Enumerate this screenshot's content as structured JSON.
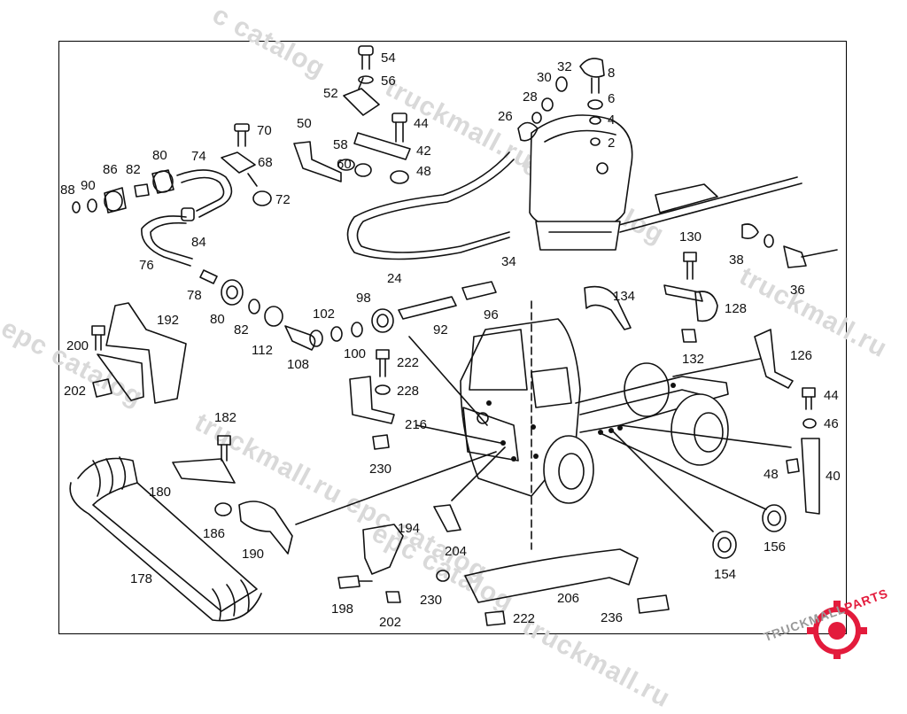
{
  "watermark": {
    "lines": [
      "c catalog",
      "truckmall.ru",
      "epc catalog",
      "l epc catalog",
      "truckmall.ru epc catalog",
      "truckmall.ru",
      "epc catalog",
      "truckmall.ru",
      "catalog",
      "truckmall.ru epc",
      "truckmall.ru"
    ]
  },
  "logo": {
    "part1": "TRUCKMALL",
    "part2": "PARTS",
    "primary_color": "#e31b3c",
    "secondary_color": "#999999"
  },
  "callouts": [
    "54",
    "56",
    "52",
    "32",
    "8",
    "30",
    "6",
    "28",
    "4",
    "26",
    "2",
    "50",
    "44",
    "70",
    "58",
    "42",
    "74",
    "68",
    "60",
    "48",
    "86",
    "82",
    "80",
    "88",
    "90",
    "72",
    "84",
    "76",
    "24",
    "34",
    "38",
    "36",
    "130",
    "134",
    "128",
    "78",
    "80",
    "82",
    "98",
    "102",
    "96",
    "92",
    "112",
    "108",
    "100",
    "132",
    "126",
    "192",
    "200",
    "202",
    "222",
    "228",
    "44",
    "46",
    "216",
    "230",
    "182",
    "48",
    "40",
    "180",
    "186",
    "190",
    "194",
    "204",
    "178",
    "156",
    "154",
    "198",
    "202",
    "230",
    "206",
    "222",
    "236"
  ],
  "icons": [
    "cab-chassis-illustration",
    "compressor-icon",
    "pipe-icon",
    "bracket-icon",
    "bolt-icon",
    "nut-icon",
    "washer-icon",
    "clamp-icon",
    "hose-icon",
    "grommet-icon",
    "logo-gear-icon"
  ]
}
